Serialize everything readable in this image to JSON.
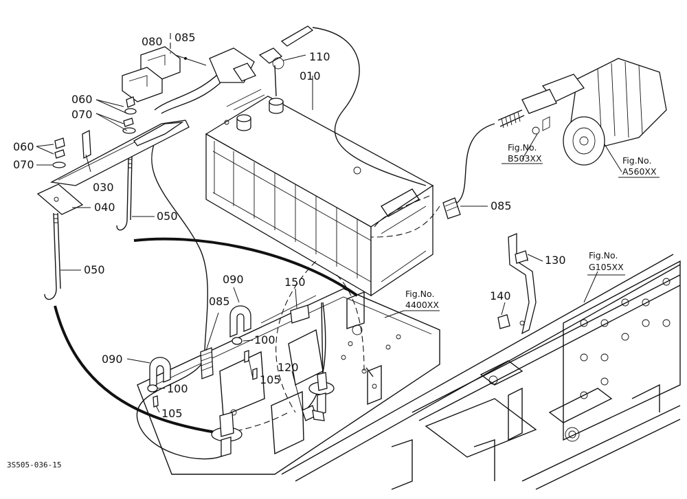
{
  "drawing_code": "3S505-036-15",
  "callouts": {
    "c080": "080",
    "c085_top": "085",
    "c110": "110",
    "c010": "010",
    "c060_a": "060",
    "c070_a": "070",
    "c060_b": "060",
    "c070_b": "070",
    "c030": "030",
    "c040": "040",
    "c050_a": "050",
    "c050_b": "050",
    "c085_right": "085",
    "c130": "130",
    "c140": "140",
    "c090_a": "090",
    "c085_mid": "085",
    "c150": "150",
    "c100_a": "100",
    "c105_a": "105",
    "c120": "120",
    "c090_b": "090",
    "c100_b": "100",
    "c105_b": "105"
  },
  "figure_refs": {
    "b503": {
      "label": "Fig.No.",
      "number": "B503XX"
    },
    "a560": {
      "label": "Fig.No.",
      "number": "A560XX"
    },
    "g105": {
      "label": "Fig.No.",
      "number": "G105XX"
    },
    "f4400": {
      "label": "Fig.No.",
      "number": "4400XX"
    }
  }
}
